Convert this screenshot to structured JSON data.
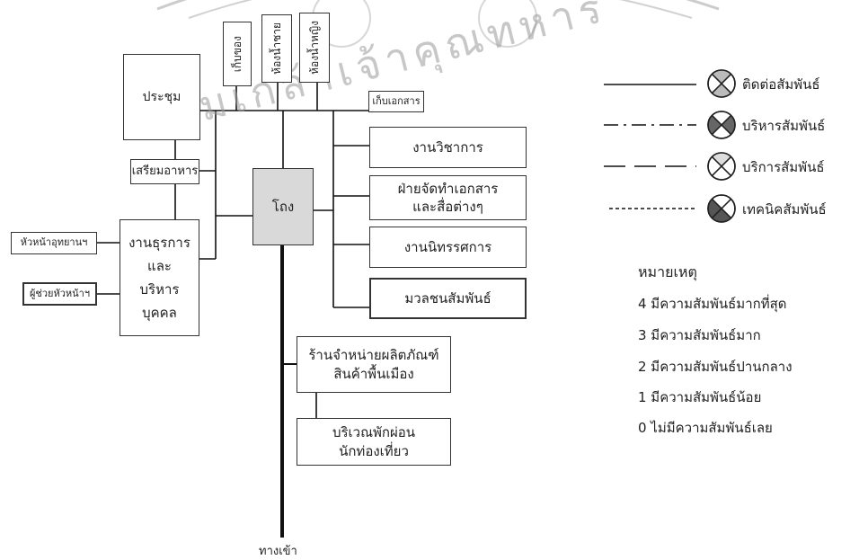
{
  "diagram": {
    "rooms": {
      "meeting": "ประชุม",
      "storage": "เก็บของ",
      "men_restroom": "ห้องน้ำชาย",
      "women_restroom": "ห้องน้ำหญิง",
      "document_storage": "เก็บเอกสาร",
      "food_prep": "เสรียมอาหาร",
      "hall": "โถง",
      "academic": "งานวิชาการ",
      "publishing": "ฝ่ายจัดทำเอกสาร\nและสื่อต่างๆ",
      "exhibition": "งานนิทรรศการ",
      "public_relations": "มวลชนสัมพันธ์",
      "admin": "งานธุรการ\nและ\nบริหาร\nบุคคล",
      "head": "หัวหน้าอุทยานฯ",
      "assistant": "ผู้ช่วยหัวหน้าฯ",
      "shop": "ร้านจำหน่ายผลิตภัณฑ์\nสินค้าพื้นเมือง",
      "rest_area": "บริเวณพักผ่อน\nนักท่องเที่ยว",
      "entrance": "ทางเข้า"
    },
    "legend": [
      {
        "line": "solid",
        "label": "ติดต่อสัมพันธ์",
        "icon": "circle-x-icon"
      },
      {
        "line": "dash-dot",
        "label": "บริหารสัมพันธ์",
        "icon": "circle-x-icon"
      },
      {
        "line": "long-dash",
        "label": "บริการสัมพันธ์",
        "icon": "circle-x-icon"
      },
      {
        "line": "short-dash",
        "label": "เทคนิคสัมพันธ์",
        "icon": "circle-x-icon"
      }
    ],
    "notes": {
      "title": "หมายเหตุ",
      "items": [
        "4  มีความสัมพันธ์มากที่สุด",
        "3  มีความสัมพันธ์มาก",
        "2  มีความสัมพันธ์ปานกลาง",
        "1   มีความสัมพันธ์น้อย",
        "0  ไม่มีความสัมพันธ์เลย"
      ]
    },
    "watermark": "จอมเกล้าเจ้าคุณทหาร",
    "colors": {
      "line": "#111111",
      "box_border": "#333333",
      "hall_fill": "#d9d9d9",
      "watermark": "#9a9a9a"
    }
  }
}
